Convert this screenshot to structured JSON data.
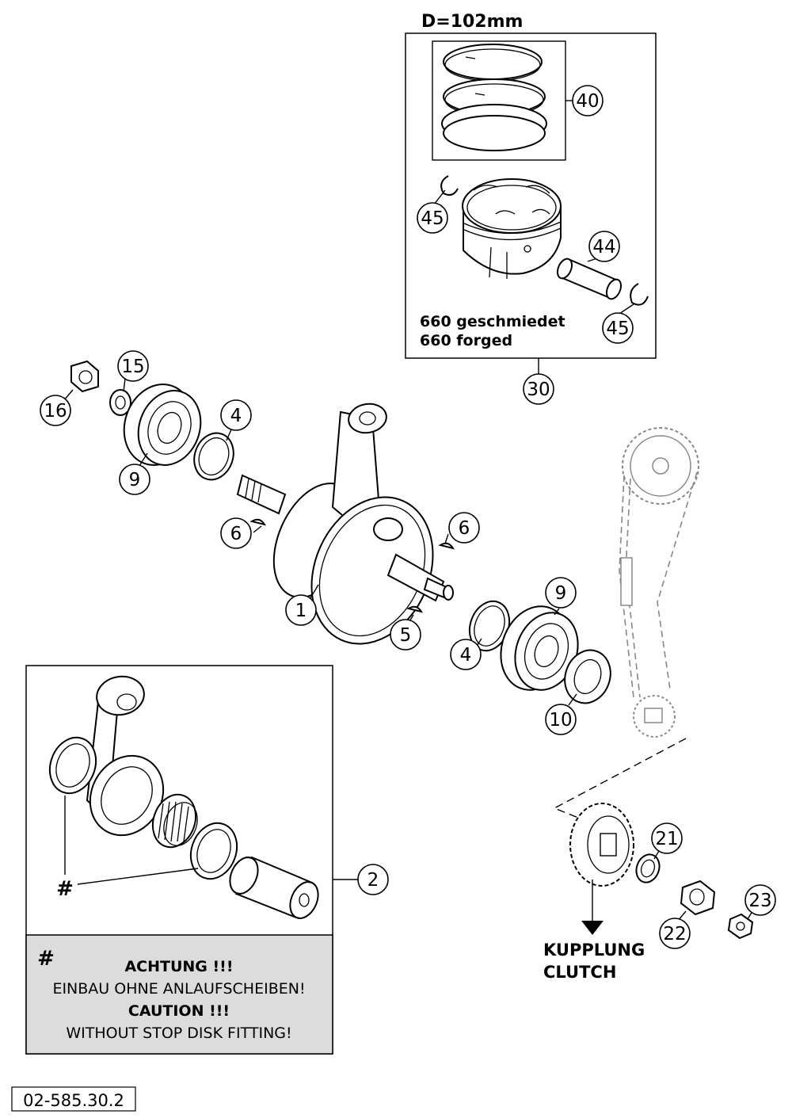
{
  "piston_box": {
    "header": "D=102mm",
    "note_de": "660 geschmiedet",
    "note_en": "660 forged"
  },
  "callouts": {
    "c1": "1",
    "c2": "2",
    "c4a": "4",
    "c4b": "4",
    "c5": "5",
    "c6a": "6",
    "c6b": "6",
    "c9a": "9",
    "c9b": "9",
    "c10": "10",
    "c15": "15",
    "c16": "16",
    "c21": "21",
    "c22": "22",
    "c23": "23",
    "c30": "30",
    "c40": "40",
    "c44": "44",
    "c45a": "45",
    "c45b": "45"
  },
  "conrod_box": {
    "hash_marker": "#",
    "warning_hash": "#",
    "warning_title_de": "ACHTUNG !!!",
    "warning_text_de": "EINBAU OHNE ANLAUFSCHEIBEN!",
    "warning_title_en": "CAUTION !!!",
    "warning_text_en": "WITHOUT STOP DISK FITTING!"
  },
  "clutch_label": {
    "line1": "KUPPLUNG",
    "line2": "CLUTCH"
  },
  "drawing_number": "02-585.30.2"
}
